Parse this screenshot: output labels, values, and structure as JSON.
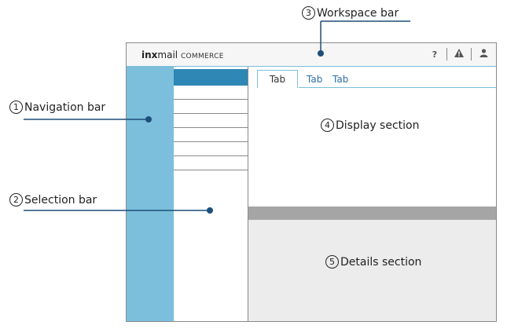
{
  "callouts": {
    "navigation": {
      "number": "1",
      "label": "Navigation bar"
    },
    "selection": {
      "number": "2",
      "label": "Selection bar"
    },
    "workspace": {
      "number": "3",
      "label": "Workspace bar"
    },
    "display": {
      "number": "4",
      "label": "Display section"
    },
    "details": {
      "number": "5",
      "label": "Details section"
    }
  },
  "app": {
    "logo": {
      "prefix": "inx",
      "mid": "mail",
      "suffix": "COMMERCE"
    },
    "workspace_icons": [
      "question-icon",
      "warning-icon",
      "user-icon"
    ],
    "help_glyph": "?",
    "tabs": {
      "active": "Tab",
      "second": "Tab",
      "third": "Tab"
    }
  },
  "colors": {
    "nav": "#7bbfdc",
    "selection_active": "#2e87b5",
    "leader": "#1e4f7a",
    "details_bg": "#ececec",
    "divider": "#a5a5a5"
  }
}
